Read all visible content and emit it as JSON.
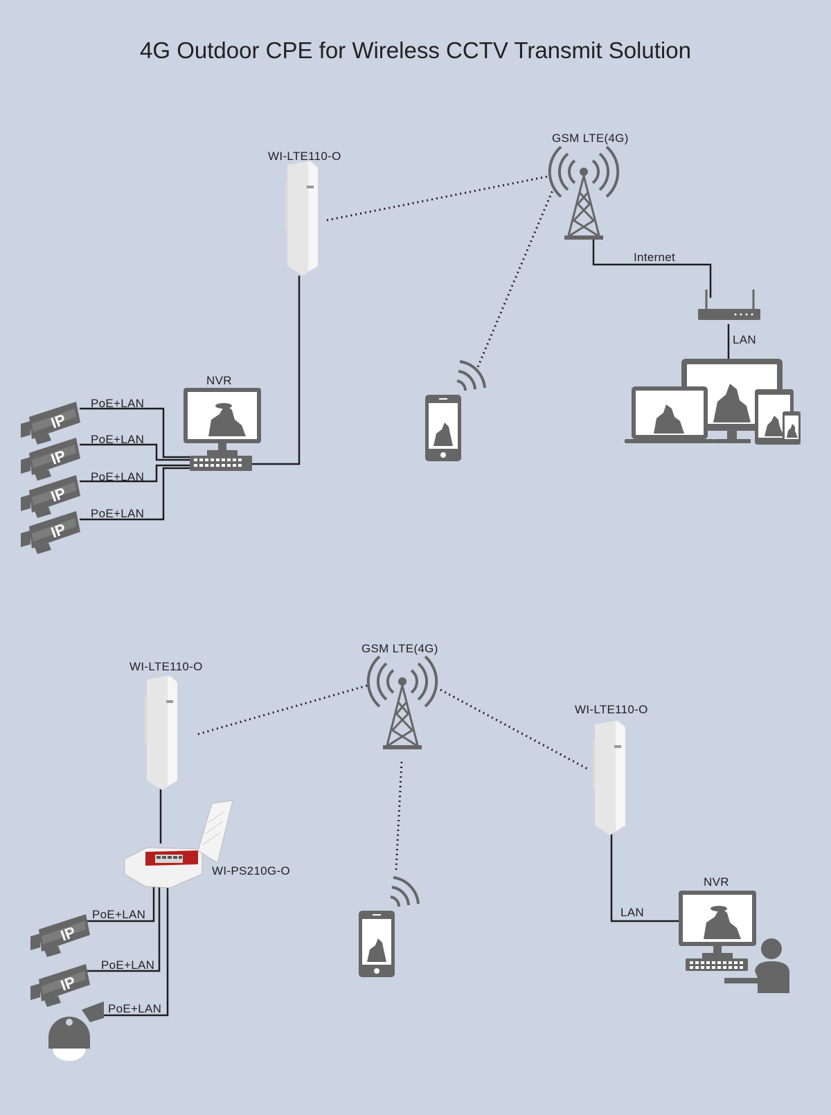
{
  "title": "4G Outdoor CPE for Wireless CCTV Transmit Solution",
  "icons": [
    "cpe-antenna-icon",
    "cell-tower-icon",
    "router-icon",
    "nvr-monitor-icon",
    "network-switch-icon",
    "ip-camera-icon",
    "smartphone-icon",
    "laptop-icon",
    "desktop-monitor-icon",
    "tablet-icon",
    "poe-switch-icon",
    "ptz-dome-camera-icon",
    "user-icon",
    "keyboard-icon"
  ],
  "colors": {
    "background": "#ccd3e3",
    "device": "#666666",
    "device_screen": "#ffffff",
    "line": "#1e1e1e",
    "cpe_body": "#eeeeee",
    "poe_accent": "#b3201f"
  },
  "top": {
    "cpe_label": "WI-LTE110-O",
    "tower_label": "GSM LTE(4G)",
    "internet_label": "Internet",
    "lan_label": "LAN",
    "nvr_label": "NVR",
    "camera_links": [
      "PoE+LAN",
      "PoE+LAN",
      "PoE+LAN",
      "PoE+LAN"
    ],
    "camera_badge": "IP"
  },
  "bottom": {
    "cpe_left_label": "WI-LTE110-O",
    "tower_label": "GSM LTE(4G)",
    "cpe_right_label": "WI-LTE110-O",
    "poe_switch_label": "WI-PS210G-O",
    "nvr_label": "NVR",
    "lan_label": "LAN",
    "camera_links": [
      "PoE+LAN",
      "PoE+LAN",
      "PoE+LAN"
    ],
    "camera_badge": "IP"
  }
}
